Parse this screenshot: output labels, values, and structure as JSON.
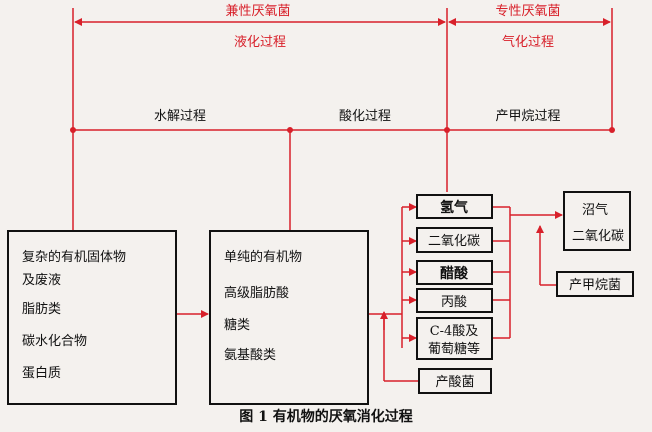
{
  "top": {
    "facultative_label": "兼性厌氧菌",
    "obligate_label": "专性厌氧菌",
    "liquefaction_label": "液化过程",
    "gasification_label": "气化过程"
  },
  "processes": {
    "hydrolysis": "水解过程",
    "acidification": "酸化过程",
    "methanogenesis": "产甲烷过程"
  },
  "box1": {
    "lines": [
      "复杂的有机固体物",
      "及废液",
      "脂肪类",
      "碳水化合物",
      "蛋白质"
    ]
  },
  "box2": {
    "lines": [
      "单纯的有机物",
      "高级脂肪酸",
      "糖类",
      "氨基酸类"
    ]
  },
  "products": {
    "h2": "氢气",
    "co2": "二氧化碳",
    "acetic": "醋酸",
    "propionic": "丙酸",
    "c4_line1": "C-4酸及",
    "c4_line2": "葡萄糖等",
    "acid_bacteria": "产酸菌"
  },
  "final": {
    "biogas": "沼气",
    "co2": "二氧化碳",
    "methanogens": "产甲烷菌"
  },
  "caption": "图 1    有机物的厌氧消化过程"
}
